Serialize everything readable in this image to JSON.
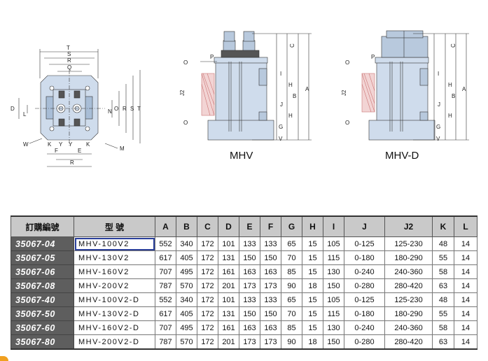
{
  "drawing": {
    "captions": {
      "mhv": "MHV",
      "mhvd": "MHV-D"
    },
    "dim_labels_top": [
      "T",
      "S",
      "R",
      "Q",
      "D",
      "L",
      "N",
      "O",
      "R",
      "S",
      "T",
      "W",
      "K",
      "Y",
      "Y",
      "K",
      "F",
      "E",
      "R",
      "M"
    ],
    "side_labels": [
      "P",
      "O",
      "J2",
      "O",
      "C",
      "I",
      "H",
      "B",
      "A",
      "J",
      "H",
      "G",
      "V"
    ]
  },
  "table": {
    "headers": [
      "訂購編號",
      "型 號",
      "A",
      "B",
      "C",
      "D",
      "E",
      "F",
      "G",
      "H",
      "I",
      "J",
      "J2",
      "K",
      "L"
    ],
    "rows": [
      [
        "35067-04",
        "MHV-100V2",
        "552",
        "340",
        "172",
        "101",
        "133",
        "133",
        "65",
        "15",
        "105",
        "0-125",
        "125-230",
        "48",
        "14"
      ],
      [
        "35067-05",
        "MHV-130V2",
        "617",
        "405",
        "172",
        "131",
        "150",
        "150",
        "70",
        "15",
        "115",
        "0-180",
        "180-290",
        "55",
        "14"
      ],
      [
        "35067-06",
        "MHV-160V2",
        "707",
        "495",
        "172",
        "161",
        "163",
        "163",
        "85",
        "15",
        "130",
        "0-240",
        "240-360",
        "58",
        "14"
      ],
      [
        "35067-08",
        "MHV-200V2",
        "787",
        "570",
        "172",
        "201",
        "173",
        "173",
        "90",
        "18",
        "150",
        "0-280",
        "280-420",
        "63",
        "14"
      ],
      [
        "35067-40",
        "MHV-100V2-D",
        "552",
        "340",
        "172",
        "101",
        "133",
        "133",
        "65",
        "15",
        "105",
        "0-125",
        "125-230",
        "48",
        "14"
      ],
      [
        "35067-50",
        "MHV-130V2-D",
        "617",
        "405",
        "172",
        "131",
        "150",
        "150",
        "70",
        "15",
        "115",
        "0-180",
        "180-290",
        "55",
        "14"
      ],
      [
        "35067-60",
        "MHV-160V2-D",
        "707",
        "495",
        "172",
        "161",
        "163",
        "163",
        "85",
        "15",
        "130",
        "0-240",
        "240-360",
        "58",
        "14"
      ],
      [
        "35067-80",
        "MHV-200V2-D",
        "787",
        "570",
        "172",
        "201",
        "173",
        "173",
        "90",
        "18",
        "150",
        "0-280",
        "280-420",
        "63",
        "14"
      ]
    ],
    "selected_row": 0
  },
  "colors": {
    "body_blue": "#cfdcec",
    "code_bg": "#5e5e5e",
    "header_bg": "#c9c9c9",
    "highlight": "#2a3f9a"
  }
}
